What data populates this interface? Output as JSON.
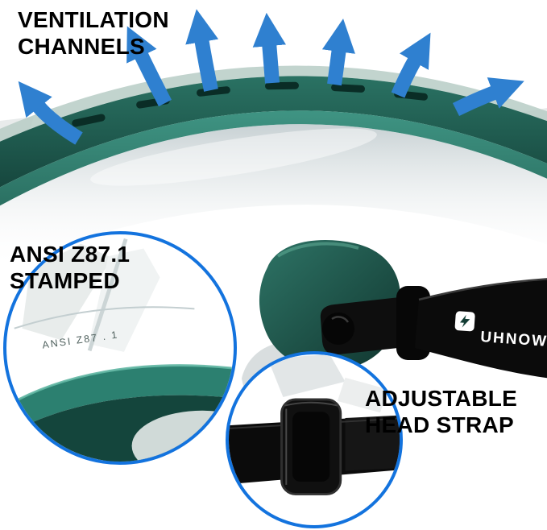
{
  "annotations": {
    "ventilation": {
      "line1": "VENTILATION",
      "line2": "CHANNELS"
    },
    "ansi": {
      "line1": "ANSI Z87.1",
      "line2": "STAMPED"
    },
    "strap": {
      "line1": "ADJUSTABLE",
      "line2": "HEAD STRAP"
    }
  },
  "insets": {
    "ansi_stamp_text": "ANSI Z87 . 1"
  },
  "brand": {
    "logo_text": "UHNOW"
  },
  "icons": {
    "ventilation_arrow": "up-arrow",
    "uhnow_logo": "shield-badge"
  },
  "colors": {
    "arrow_blue": "#2f80d0",
    "ring_blue": "#1373de",
    "goggle_green": "#2a7465",
    "goggle_green_dark": "#153f37",
    "strap_black": "#0b0b0b",
    "text_black": "#000000",
    "stamp_gray": "#51625f"
  }
}
